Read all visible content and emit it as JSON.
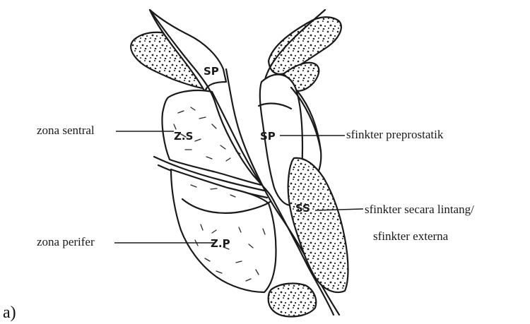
{
  "panel_label": "a)",
  "structures": {
    "sp_upper": "SP",
    "zs": "Z.S",
    "sp_mid": "SP",
    "zp": "Z.P",
    "ss": "SS"
  },
  "annotations": {
    "zona_sentral": "zona sentral",
    "sfinkter_preprostatik": "sfinkter preprostatik",
    "zona_perifer": "zona perifer",
    "sfinkter_secara_line1": "sfinkter secara lintang/",
    "sfinkter_secara_line2": "sfinkter externa"
  }
}
